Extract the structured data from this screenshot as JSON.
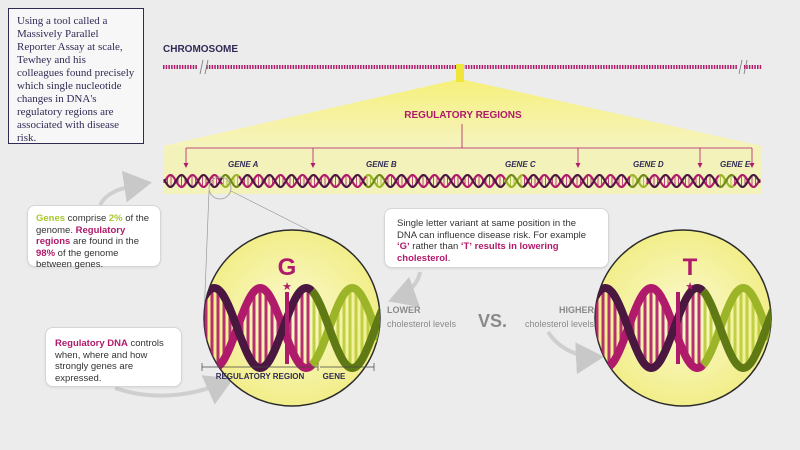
{
  "intro_text": "Using a tool called a Massively Parallel Reporter Assay at scale, Tewhey and his colleagues found precisely which single nucleotide changes in DNA's regulatory regions are associated with disease risk.",
  "chromosome_label": "CHROMOSOME",
  "regulatory_regions_label": "REGULATORY REGIONS",
  "genes": [
    "GENE A",
    "GENE B",
    "GENE C",
    "GENE D",
    "GENE E"
  ],
  "genes_callout": {
    "genes_word": "Genes",
    "t1": " comprise ",
    "pct2": "2%",
    "t2": " of the genome. ",
    "regulatory_regions": "Regulatory regions",
    "t3": " are found in the ",
    "pct98": "98%",
    "t4": " of the genome between genes."
  },
  "variant_callout": {
    "t1": "Single letter variant at same position in the DNA can influence disease risk. For example ",
    "g_quote": "ʻGʼ",
    "t2": " rather than ",
    "t_quote": "ʻTʼ",
    "t3": " ",
    "result": "results in lowering cholesterol",
    "t4": "."
  },
  "regdna_callout": {
    "bold": "Regulatory DNA",
    "rest": " controls when, where and how strongly genes are expressed."
  },
  "left_letter": "G",
  "right_letter": "T",
  "lower_label": {
    "bold": "LOWER",
    "rest": "cholesterol levels"
  },
  "higher_label": {
    "bold": "HIGHER",
    "rest": "cholesterol levels"
  },
  "vs_label": "VS.",
  "regulatory_region_label": "REGULATORY REGION",
  "gene_label": "GENE",
  "colors": {
    "purple": "#b01a6b",
    "dark_purple": "#4a1740",
    "green": "#9bb428",
    "navy": "#2f2b55",
    "yellow": "#f6f3a0"
  }
}
